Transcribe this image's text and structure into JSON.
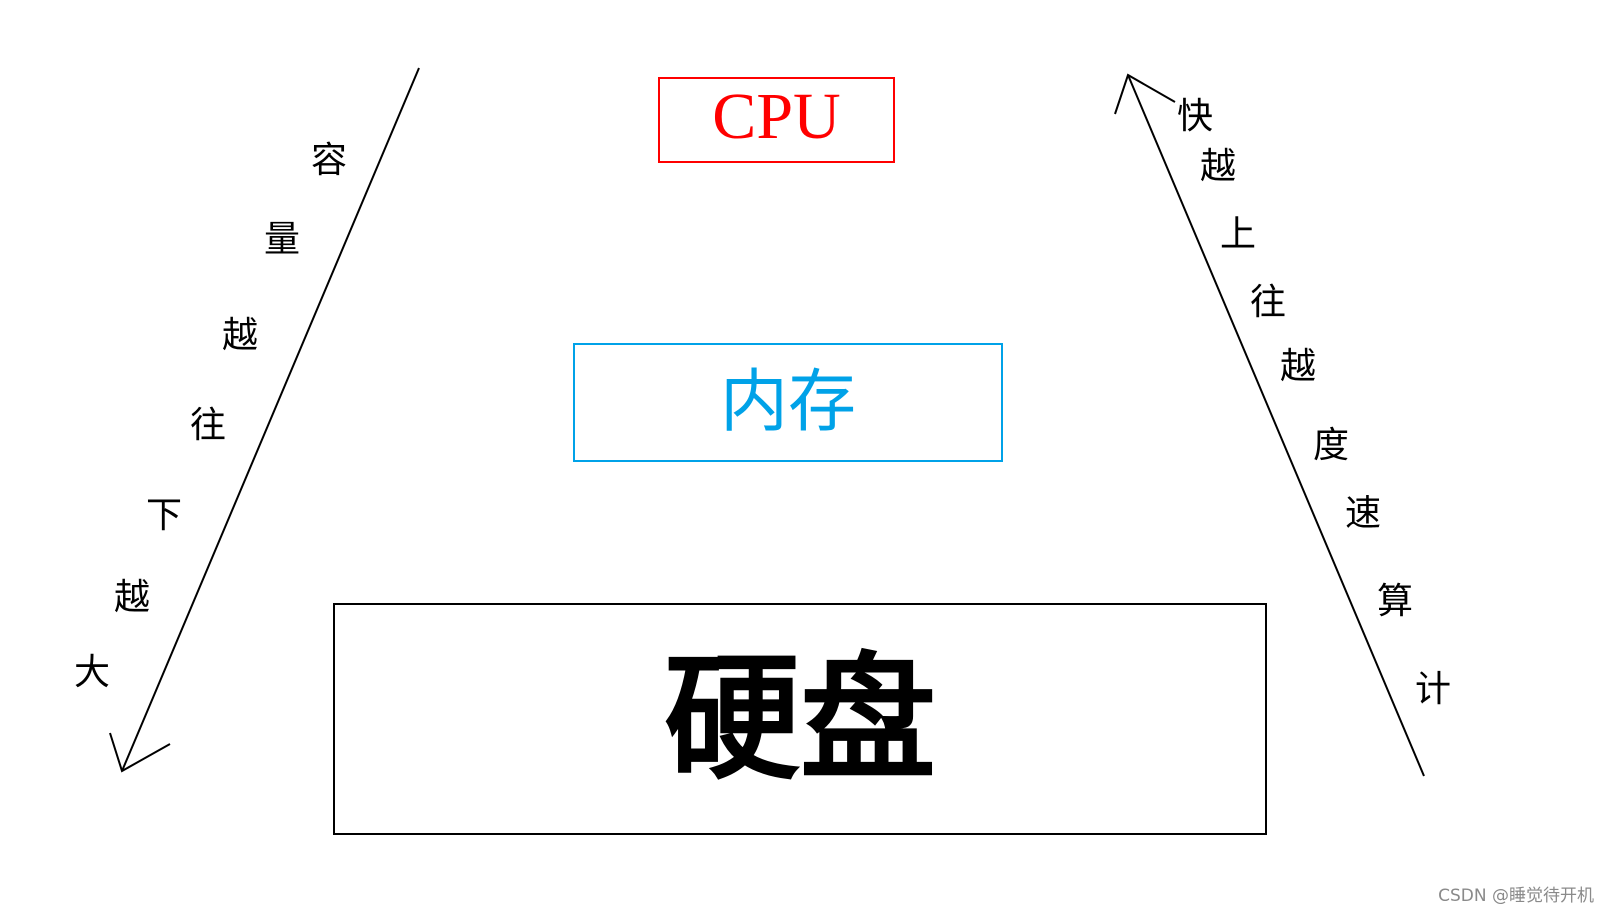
{
  "boxes": {
    "cpu": {
      "label": "CPU",
      "color": "#ff0000"
    },
    "memory": {
      "label": "内存",
      "color": "#00a2e8"
    },
    "disk": {
      "label": "硬盘",
      "color": "#000000"
    }
  },
  "left_annotation": {
    "chars": [
      "容",
      "量",
      "越",
      "往",
      "下",
      "越",
      "大"
    ],
    "direction": "down"
  },
  "right_annotation": {
    "chars": [
      "快",
      "越",
      "上",
      "往",
      "越",
      "度",
      "速",
      "算",
      "计"
    ],
    "direction": "up"
  },
  "watermark": "CSDN @睡觉待开机"
}
